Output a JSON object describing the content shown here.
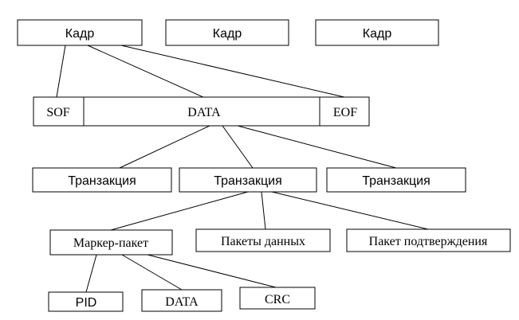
{
  "frames": [
    "Кадр",
    "Кадр",
    "Кадр"
  ],
  "frame_fields": {
    "sof": "SOF",
    "data": "DATA",
    "eof": "EOF"
  },
  "transactions": [
    "Транзакция",
    "Транзакция",
    "Транзакция"
  ],
  "packets": [
    "Маркер-пакет",
    "Пакеты данных",
    "Пакет подтверждения"
  ],
  "token_fields": [
    "PID",
    "DATA",
    "CRC"
  ]
}
